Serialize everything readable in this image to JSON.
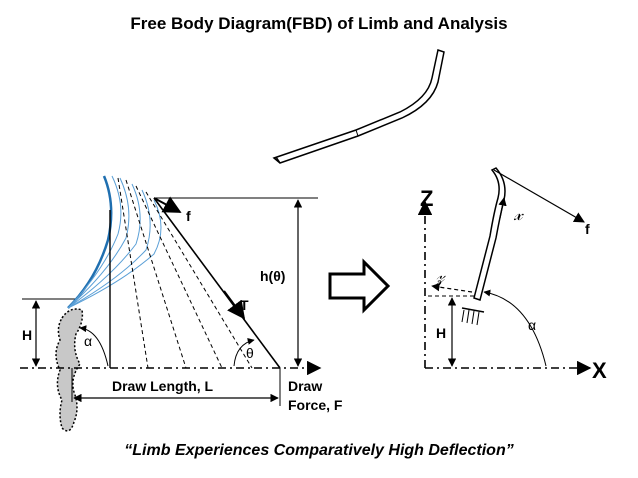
{
  "title": "Free Body Diagram(FBD) of Limb and Analysis",
  "caption": "“Limb Experiences Comparatively High Deflection”",
  "left": {
    "force_f": "f",
    "height_label": "h(θ)",
    "tension": "T",
    "H": "H",
    "alpha": "α",
    "theta": "θ",
    "draw_length": "Draw Length, L",
    "draw_force_line1": "Draw",
    "draw_force_line2": "Force, F"
  },
  "right": {
    "z_axis": "Z",
    "x_axis": "X",
    "local_x": "𝓍",
    "local_z": "𝓏",
    "force_f": "f",
    "H": "H",
    "alpha": "α"
  },
  "colors": {
    "limb": "#1f6fb0",
    "limb_light": "#5a9fd6",
    "ground_fill": "#c8c8c8"
  }
}
